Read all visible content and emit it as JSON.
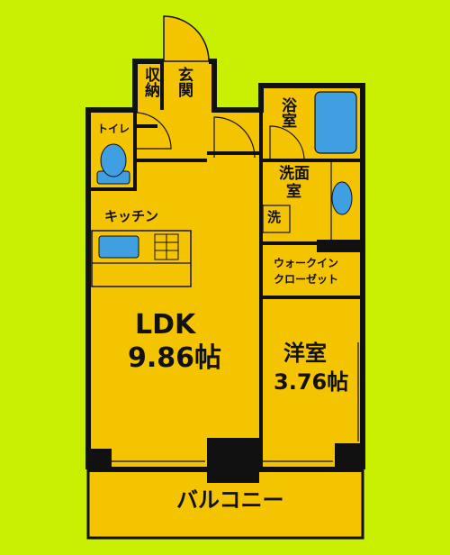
{
  "rooms": {
    "storage": "収納",
    "entrance": "玄関",
    "toilet": "トイレ",
    "bath": "浴室",
    "washroom_line1": "洗面",
    "washroom_line2": "室",
    "washer": "洗",
    "kitchen": "キッチン",
    "wic_line1": "ウォークイン",
    "wic_line2": "クローゼット",
    "ldk": "LDK",
    "ldk_size": "9.86帖",
    "western_room": "洋室",
    "western_size": "3.76帖",
    "balcony": "バルコニー"
  },
  "colors": {
    "background": "#c8f000",
    "floor": "#f5c400",
    "wall": "#111111",
    "fixture": "#3f9fe0"
  }
}
